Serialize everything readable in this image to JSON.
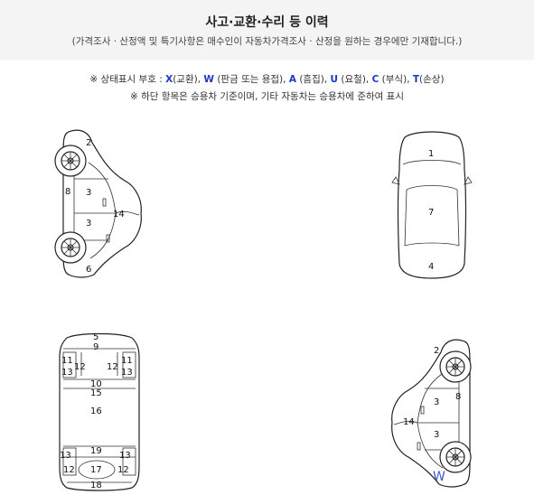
{
  "header": {
    "title": "사고·교환·수리 등 이력",
    "subtitle": "(가격조사 · 산정액 및 특기사항은 매수인이 자동차가격조사 · 산정을 원하는 경우에만 기재합니다.)"
  },
  "legend": {
    "prefix": "※ 상태표시 부호 : ",
    "items": [
      {
        "code": "X",
        "desc": "(교환)",
        "sep": ", "
      },
      {
        "code": "W",
        "desc": " (판금 또는 용접)",
        "sep": ", "
      },
      {
        "code": "A",
        "desc": " (흠집)",
        "sep": ", "
      },
      {
        "code": "U",
        "desc": " (요철)",
        "sep": ", "
      },
      {
        "code": "C",
        "desc": " (부식)",
        "sep": ", "
      },
      {
        "code": "T",
        "desc": "(손상)",
        "sep": ""
      }
    ],
    "note": "※ 하단 항목은 승용차 기준이며, 기타 자동차는 승용차에 준하여 표시"
  },
  "colors": {
    "legend_code": "#1a37c8",
    "mark_w": "#3a55c8",
    "header_bg": "#f4f4f4"
  },
  "diagrams": {
    "left_side": {
      "n2": "2",
      "n8": "8",
      "n3a": "3",
      "n3b": "3",
      "n14": "14",
      "n6": "6"
    },
    "top": {
      "n1": "1",
      "n7": "7",
      "n4": "4"
    },
    "under": {
      "n5": "5",
      "n9": "9",
      "n11a": "11",
      "n11b": "11",
      "n12a": "12",
      "n12b": "12",
      "n13a": "13",
      "n13b": "13",
      "n10": "10",
      "n15": "15",
      "n16": "16",
      "n19": "19",
      "n13c": "13",
      "n13d": "13",
      "n12c": "12",
      "n17": "17",
      "n12d": "12",
      "n18": "18"
    },
    "right_side": {
      "n2": "2",
      "n8": "8",
      "n3a": "3",
      "n3b": "3",
      "n14": "14",
      "mark": "W"
    }
  }
}
